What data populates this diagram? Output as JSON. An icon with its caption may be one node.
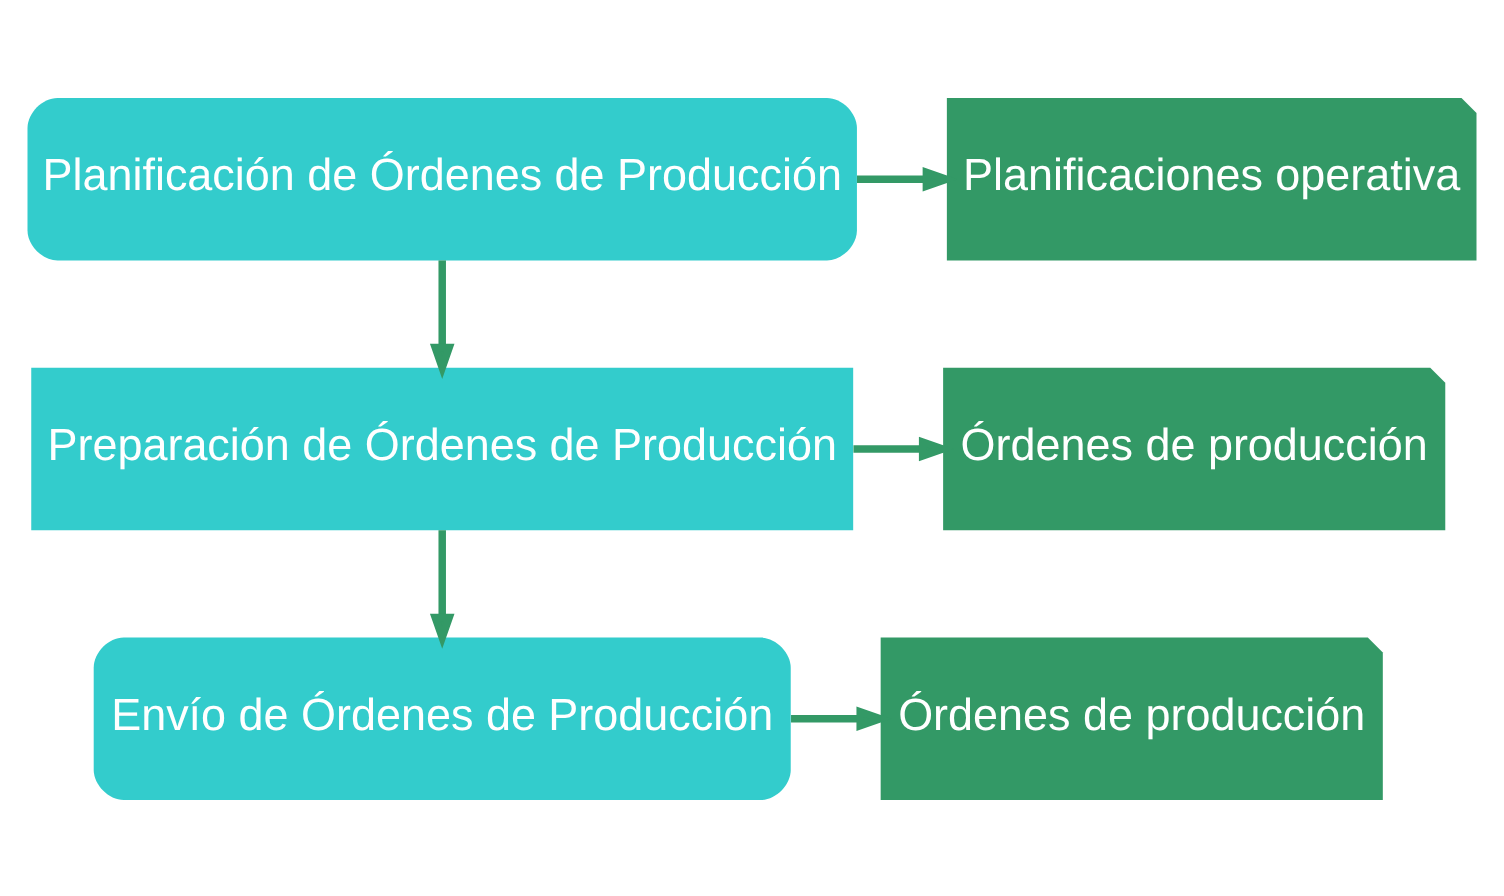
{
  "diagram": {
    "nodes": [
      {
        "text": [
          "Planificación de Órdenes de Producción"
        ]
      },
      {
        "text": [
          "Planificaciones operativa"
        ]
      },
      {
        "text": [
          "Preparación de Órdenes de Producción"
        ]
      },
      {
        "text": [
          "Órdenes de producción"
        ]
      },
      {
        "text": [
          "Envío de Órdenes de Producción"
        ]
      },
      {
        "text": [
          "Órdenes de producción"
        ]
      }
    ],
    "edges": [
      {
        "from": 0,
        "to": 1,
        "arrow": "to"
      },
      {
        "from": 0,
        "to": 2,
        "arrow": "to"
      },
      {
        "from": 2,
        "to": 3,
        "arrow": "to"
      },
      {
        "from": 2,
        "to": 4,
        "arrow": "to"
      },
      {
        "from": 4,
        "to": 5,
        "arrow": "to"
      }
    ]
  }
}
